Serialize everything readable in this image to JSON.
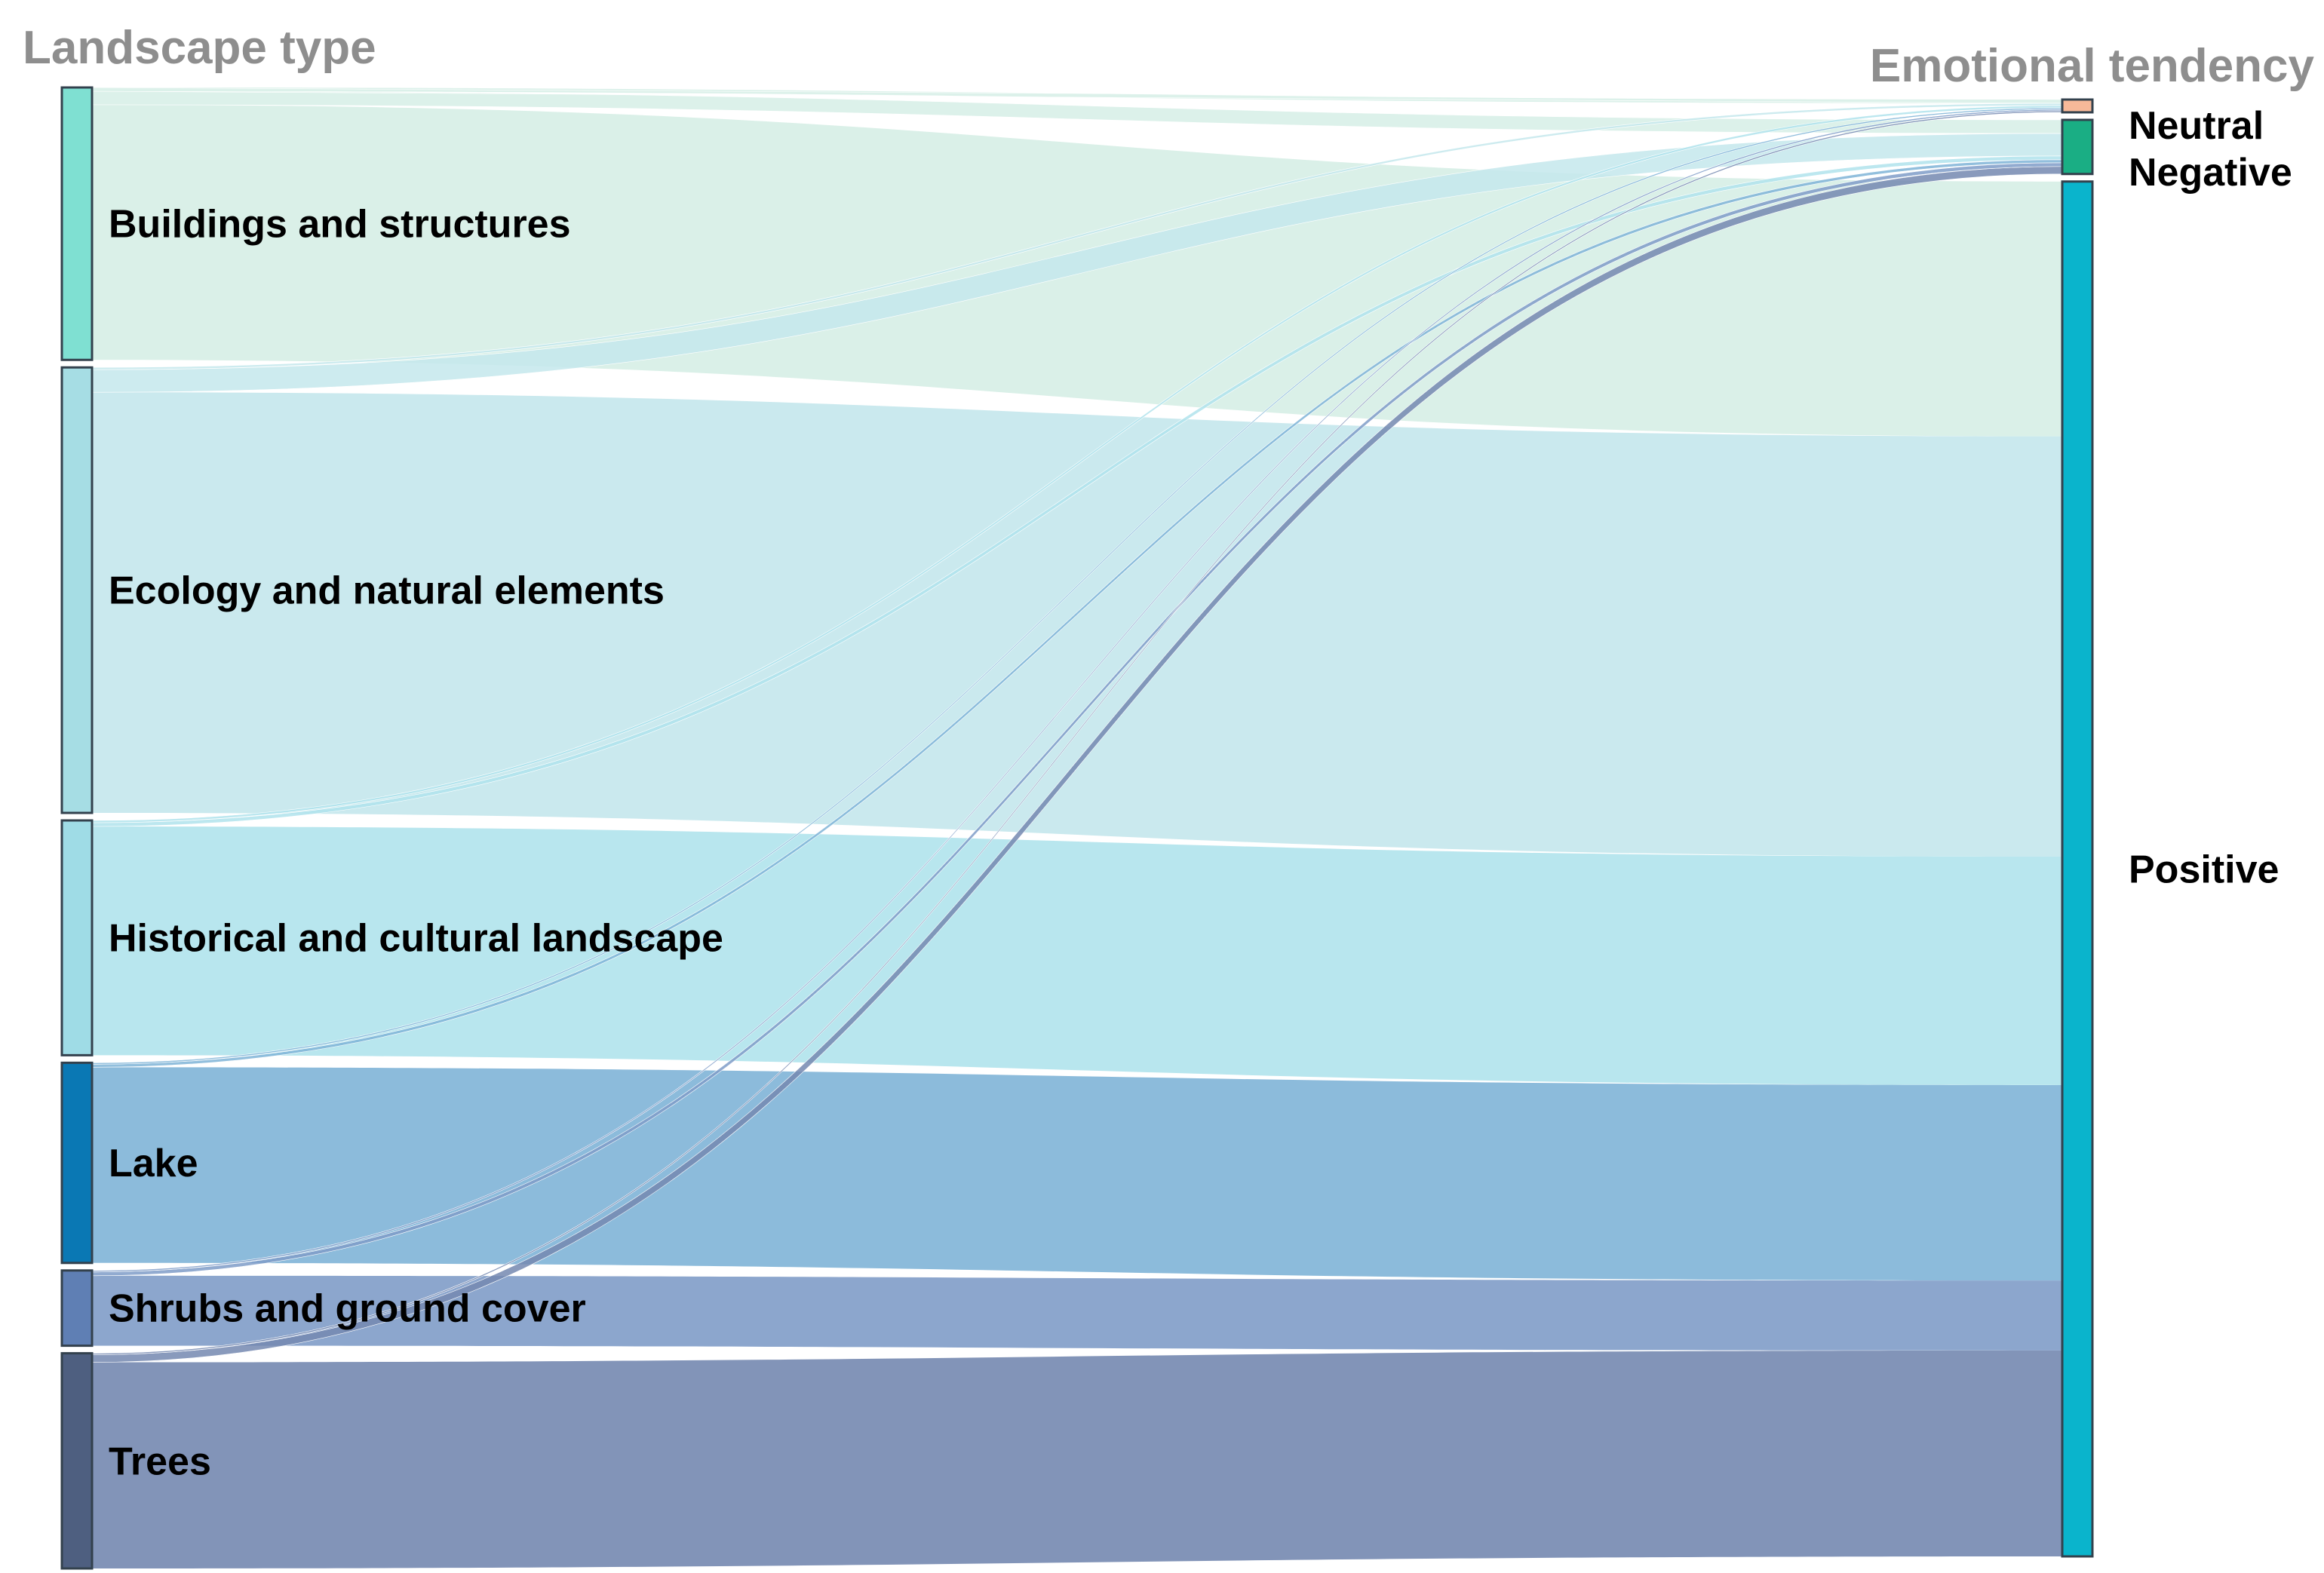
{
  "diagram": {
    "type": "sankey",
    "left_column_title": "Landscape type",
    "right_column_title": "Emotional tendency",
    "sources": [
      {
        "id": "buildings",
        "label": "Buildings and structures",
        "color": "#7fe0d2",
        "flow_color": "#d6eee6"
      },
      {
        "id": "ecology",
        "label": "Ecology and natural elements",
        "color": "#a6dde4",
        "flow_color": "#c4e7ec"
      },
      {
        "id": "historical",
        "label": "Historical and cultural landscape",
        "color": "#9fdce6",
        "flow_color": "#b0e3ec"
      },
      {
        "id": "lake",
        "label": "Lake",
        "color": "#0a78b4",
        "flow_color": "#7fb4d7"
      },
      {
        "id": "shrubs",
        "label": "Shrubs and ground cover",
        "color": "#5f7fb4",
        "flow_color": "#7f9cc8"
      },
      {
        "id": "trees",
        "label": "Trees",
        "color": "#4e5f80",
        "flow_color": "#7488b0"
      }
    ],
    "targets": [
      {
        "id": "neutral",
        "label": "Neutral",
        "color": "#f7b999"
      },
      {
        "id": "negative",
        "label": "Negative",
        "color": "#1aae84"
      },
      {
        "id": "positive",
        "label": "Positive",
        "color": "#0ab4cc"
      }
    ],
    "flows": [
      {
        "source": "buildings",
        "target": "neutral",
        "value": 5
      },
      {
        "source": "buildings",
        "target": "negative",
        "value": 18
      },
      {
        "source": "buildings",
        "target": "positive",
        "value": 339
      },
      {
        "source": "ecology",
        "target": "neutral",
        "value": 3
      },
      {
        "source": "ecology",
        "target": "negative",
        "value": 30
      },
      {
        "source": "ecology",
        "target": "positive",
        "value": 559
      },
      {
        "source": "historical",
        "target": "neutral",
        "value": 3
      },
      {
        "source": "historical",
        "target": "negative",
        "value": 5
      },
      {
        "source": "historical",
        "target": "positive",
        "value": 304
      },
      {
        "source": "lake",
        "target": "neutral",
        "value": 2
      },
      {
        "source": "lake",
        "target": "negative",
        "value": 4
      },
      {
        "source": "lake",
        "target": "positive",
        "value": 260
      },
      {
        "source": "shrubs",
        "target": "neutral",
        "value": 2
      },
      {
        "source": "shrubs",
        "target": "negative",
        "value": 5
      },
      {
        "source": "shrubs",
        "target": "positive",
        "value": 93
      },
      {
        "source": "trees",
        "target": "neutral",
        "value": 2
      },
      {
        "source": "trees",
        "target": "negative",
        "value": 10
      },
      {
        "source": "trees",
        "target": "positive",
        "value": 274
      }
    ]
  }
}
